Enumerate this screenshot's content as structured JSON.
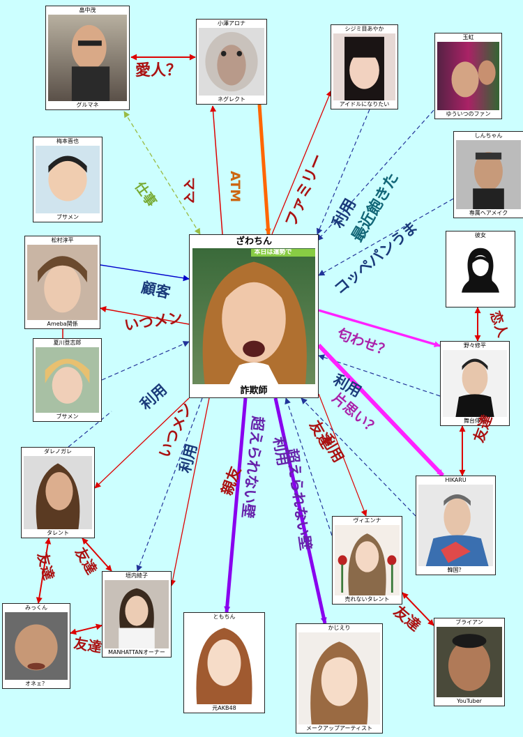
{
  "center": {
    "name": "ざわちん",
    "caption": "詐欺師",
    "banner": "本日は運勢で"
  },
  "people": [
    {
      "id": "hatanaka",
      "name": "畠中茂",
      "caption": "グルマネ"
    },
    {
      "id": "ozawa",
      "name": "小澤アロナ",
      "caption": "ネグレクト"
    },
    {
      "id": "shijimi",
      "name": "シジミ目あやか",
      "caption": "アイドルになりたい"
    },
    {
      "id": "tamaniji",
      "name": "玉虹",
      "caption": "ゆういつのファン"
    },
    {
      "id": "shinchan",
      "name": "しんちゃん",
      "caption": "専属ヘアメイク"
    },
    {
      "id": "umemoto",
      "name": "梅本晋也",
      "caption": "ブサメン"
    },
    {
      "id": "matsumura",
      "name": "松村淳平",
      "caption": "Ameba関係"
    },
    {
      "id": "kanojo",
      "name": "彼女",
      "caption": ""
    },
    {
      "id": "natsukawa",
      "name": "夏川登志郎",
      "caption": "ブサメン"
    },
    {
      "id": "nonaka",
      "name": "野々修平",
      "caption": "舞台俳優"
    },
    {
      "id": "darenogare",
      "name": "ダレノガレ",
      "caption": "タレント"
    },
    {
      "id": "hikaru",
      "name": "HIKARU",
      "caption": "韓国？"
    },
    {
      "id": "vienna",
      "name": "ヴィエンナ",
      "caption": "売れないタレント"
    },
    {
      "id": "kakiuchi",
      "name": "垣内綾子",
      "caption": "MANHATTANオーナー"
    },
    {
      "id": "mikkun",
      "name": "みっくん",
      "caption": "オネェ？"
    },
    {
      "id": "tomochin",
      "name": "ともちん",
      "caption": "元AKB48"
    },
    {
      "id": "kajieri",
      "name": "かじえり",
      "caption": "メークアップアーティスト"
    },
    {
      "id": "brian",
      "name": "ブライアン",
      "caption": "YouTuber"
    }
  ],
  "edge_labels": [
    {
      "id": "aijin",
      "text": "愛人？",
      "color": "#aa1111"
    },
    {
      "id": "shigoto",
      "text": "仕事",
      "color": "#77aa33"
    },
    {
      "id": "mama",
      "text": "ママ",
      "color": "#aa1111"
    },
    {
      "id": "atm",
      "text": "ATM",
      "color": "#cc6611"
    },
    {
      "id": "family",
      "text": "ファミリー",
      "color": "#aa1111"
    },
    {
      "id": "riyo_shijimi",
      "text": "利用",
      "color": "#1a3a7a"
    },
    {
      "id": "akita",
      "text": "最近飽きた",
      "color": "#116677"
    },
    {
      "id": "koppepan",
      "text": "コッペパンうま",
      "color": "#1a3a7a"
    },
    {
      "id": "kokyaku",
      "text": "顧客",
      "color": "#1a3a7a"
    },
    {
      "id": "itsumen1",
      "text": "いつメン",
      "color": "#aa1111"
    },
    {
      "id": "riyo_natsukawa",
      "text": "利用",
      "color": "#1a3a7a"
    },
    {
      "id": "koibito",
      "text": "恋人",
      "color": "#aa1111"
    },
    {
      "id": "niowase",
      "text": "匂わせ？",
      "color": "#aa22aa"
    },
    {
      "id": "riyo_nonaka",
      "text": "利用",
      "color": "#1a3a7a"
    },
    {
      "id": "kataomoi",
      "text": "片思い？",
      "color": "#aa22aa"
    },
    {
      "id": "tomodachi_nh",
      "text": "友達",
      "color": "#aa1111"
    },
    {
      "id": "itsumen2",
      "text": "いつメン",
      "color": "#aa1111"
    },
    {
      "id": "riyo_kakiuchi",
      "text": "利用",
      "color": "#1a3a7a"
    },
    {
      "id": "shinyu",
      "text": "親友",
      "color": "#aa1111"
    },
    {
      "id": "koerare1",
      "text": "超えられない壁",
      "color": "#6622aa"
    },
    {
      "id": "riyo_kajieri",
      "text": "利用",
      "color": "#6622aa"
    },
    {
      "id": "koerare2",
      "text": "超えられない壁",
      "color": "#6622aa"
    },
    {
      "id": "tomodachi_vienna",
      "text": "友達",
      "color": "#aa1111"
    },
    {
      "id": "riyo_vienna",
      "text": "利用",
      "color": "#aa1111"
    },
    {
      "id": "tomodachi_dm",
      "text": "友達",
      "color": "#aa1111"
    },
    {
      "id": "tomodachi_dk",
      "text": "友達",
      "color": "#aa1111"
    },
    {
      "id": "tomodachi_km",
      "text": "友達",
      "color": "#aa1111"
    },
    {
      "id": "tomodachi_vb",
      "text": "友達",
      "color": "#aa1111"
    }
  ],
  "colors": {
    "background": "#ccffff",
    "red": "#dd0000",
    "blue": "#0000cc",
    "green": "#99bb44",
    "orange": "#ff6600",
    "magenta": "#ff22ff",
    "purple": "#8800ee",
    "navy_dashed": "#223399"
  }
}
